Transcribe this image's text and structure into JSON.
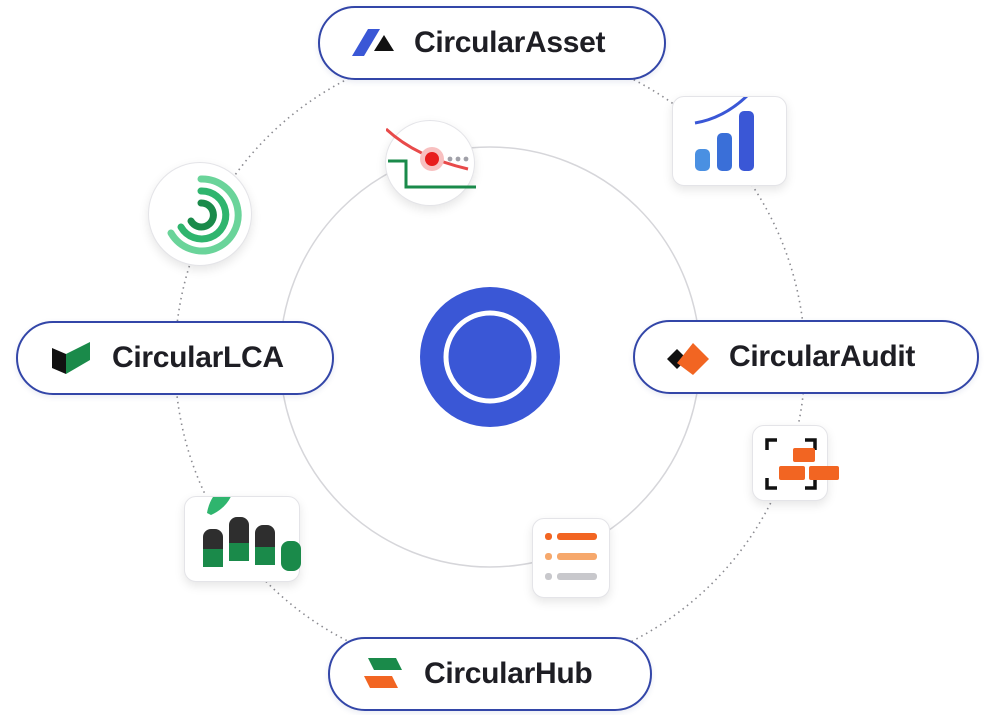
{
  "products": {
    "asset": "CircularAsset",
    "lca": "CircularLCA",
    "audit": "CircularAudit",
    "hub": "CircularHub"
  },
  "colors": {
    "outline": "#3346a8",
    "center": "#3a57d6",
    "asset_blue": "#3a57d6",
    "lca_green": "#1a8a4a",
    "audit_orange": "#f26522",
    "hub_green": "#1a8a4a",
    "hub_orange": "#f26522"
  },
  "icons": [
    "asset-logo-icon",
    "lca-logo-icon",
    "audit-logo-icon",
    "hub-logo-icon",
    "bar-growth-icon",
    "progress-ring-icon",
    "stepped-line-icon",
    "leaf-bars-icon",
    "list-icon",
    "scan-bricks-icon",
    "center-ring-icon"
  ]
}
